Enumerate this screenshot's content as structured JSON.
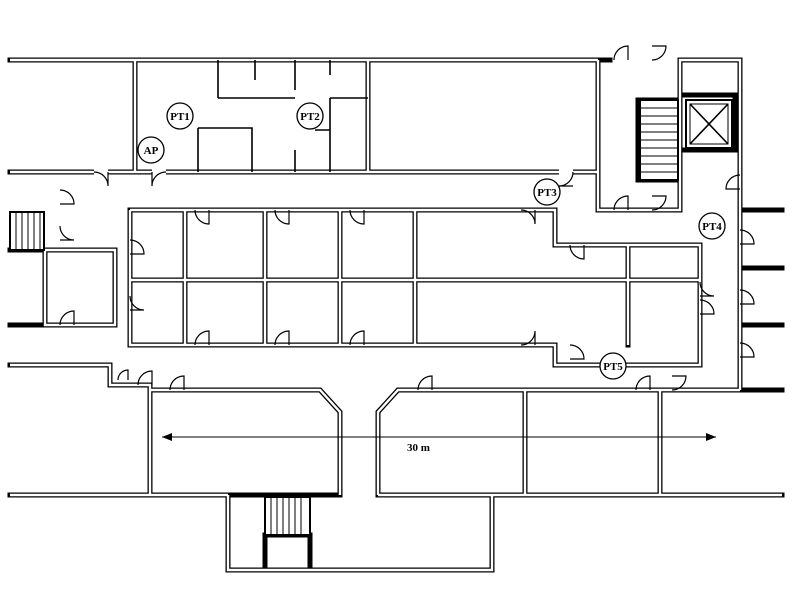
{
  "markers": [
    {
      "id": "ap",
      "label": "AP"
    },
    {
      "id": "pt1",
      "label": "PT1"
    },
    {
      "id": "pt2",
      "label": "PT2"
    },
    {
      "id": "pt3",
      "label": "PT3"
    },
    {
      "id": "pt4",
      "label": "PT4"
    },
    {
      "id": "pt5",
      "label": "PT5"
    }
  ],
  "scale": {
    "label": "30 m"
  },
  "colors": {
    "ink": "#000000",
    "background": "#ffffff"
  }
}
